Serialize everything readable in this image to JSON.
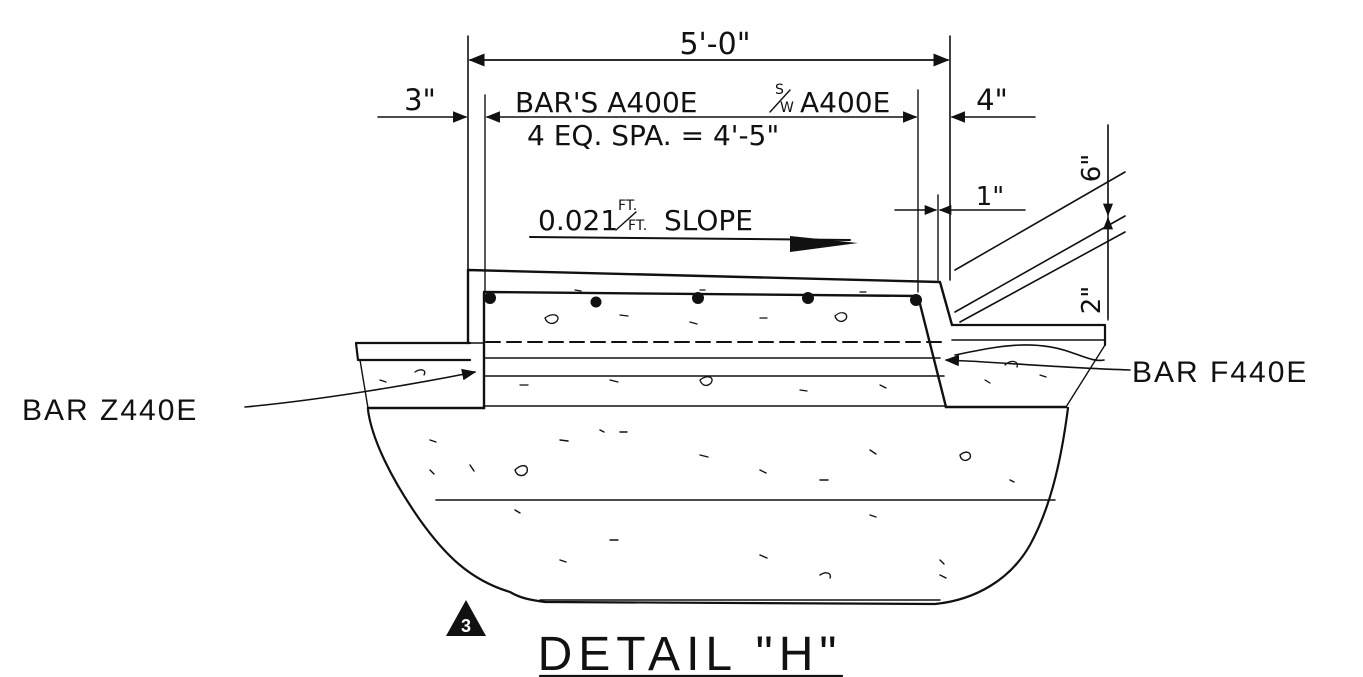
{
  "detail": {
    "title": "DETAIL \"H\"",
    "marker": "3"
  },
  "dimensions": {
    "overall_width": "5'-0\"",
    "left_offset": "3\"",
    "right_offset": "4\"",
    "joint_gap": "1\"",
    "rise_upper": "6\"",
    "rise_lower": "2\""
  },
  "notes": {
    "bars_main": "BAR'S A400E",
    "bars_sw_top": "S",
    "bars_sw_bottom": "W",
    "bars_second": "A400E",
    "spacing": "4 EQ. SPA. = 4'-5\"",
    "slope_value": "0.021",
    "slope_unit_top": "FT.",
    "slope_unit_bottom": "FT.",
    "slope_word": "SLOPE"
  },
  "callouts": {
    "left_bar": "BAR Z440E",
    "right_bar": "BAR F440E"
  }
}
